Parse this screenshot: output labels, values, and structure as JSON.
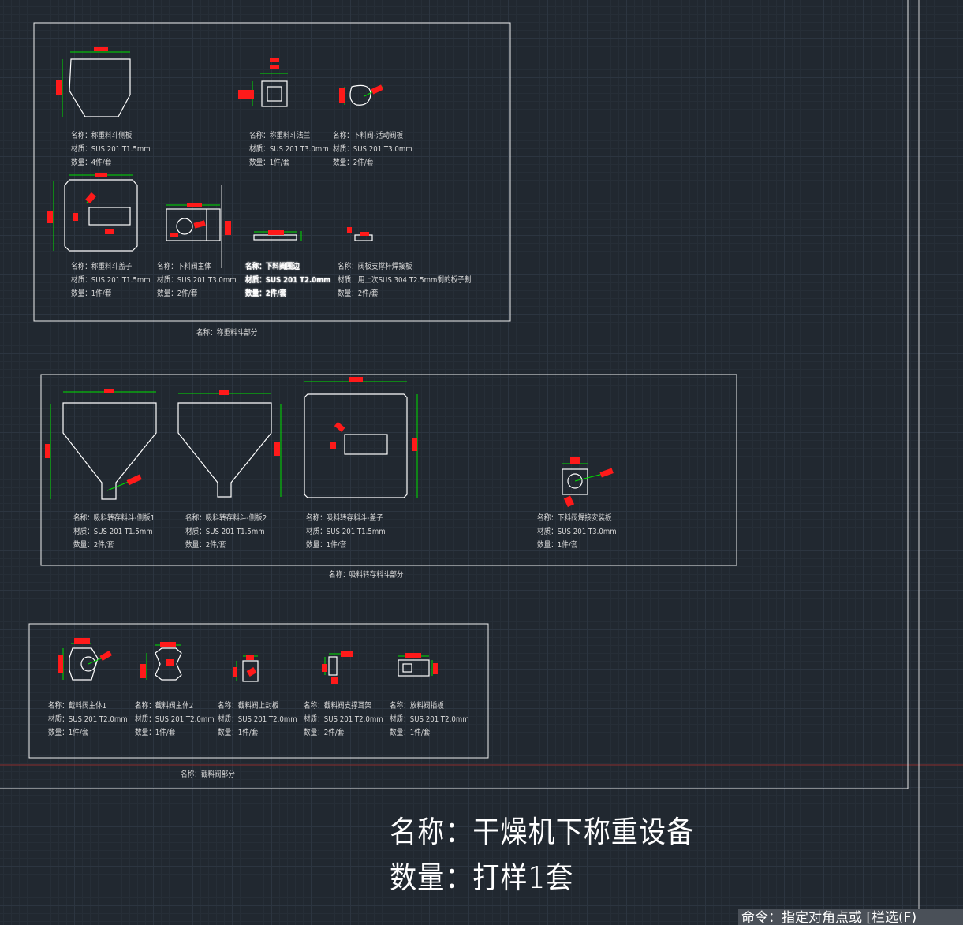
{
  "sections": {
    "weighing_hopper": {
      "title": "名称：称重料斗部分",
      "parts": [
        {
          "name": "名称：称重料斗侧板",
          "material": "材质：SUS 201 T1.5mm",
          "qty": "数量：4件/套"
        },
        {
          "name": "名称：称重料斗法兰",
          "material": "材质：SUS 201 T3.0mm",
          "qty": "数量：1件/套"
        },
        {
          "name": "名称：下料阀-活动阀板",
          "material": "材质：SUS 201 T3.0mm",
          "qty": "数量：2件/套"
        },
        {
          "name": "名称：称重料斗盖子",
          "material": "材质：SUS 201 T1.5mm",
          "qty": "数量：1件/套"
        },
        {
          "name": "名称：下料阀主体",
          "material": "材质：SUS 201 T3.0mm",
          "qty": "数量：2件/套"
        },
        {
          "name": "名称：下料阀围边",
          "material": "材质：SUS 201 T2.0mm",
          "qty": "数量：2件/套"
        },
        {
          "name": "名称：阀板支撑杆焊接板",
          "material": "材质：用上次SUS 304 T2.5mm剩的板子割",
          "qty": "数量：2件/套"
        }
      ]
    },
    "transfer_hopper": {
      "title": "名称：吸料转存料斗部分",
      "parts": [
        {
          "name": "名称：吸料转存料斗-侧板1",
          "material": "材质：SUS 201 T1.5mm",
          "qty": "数量：2件/套"
        },
        {
          "name": "名称：吸料转存料斗-侧板2",
          "material": "材质：SUS 201 T1.5mm",
          "qty": "数量：2件/套"
        },
        {
          "name": "名称：吸料转存料斗-盖子",
          "material": "材质：SUS 201 T1.5mm",
          "qty": "数量：1件/套"
        },
        {
          "name": "名称：下料阀焊接安装板",
          "material": "材质：SUS 201 T3.0mm",
          "qty": "数量：1件/套"
        }
      ]
    },
    "cutoff_valve": {
      "title": "名称：截料阀部分",
      "parts": [
        {
          "name": "名称：截料阀主体1",
          "material": "材质：SUS 201 T2.0mm",
          "qty": "数量：1件/套"
        },
        {
          "name": "名称：截料阀主体2",
          "material": "材质：SUS 201 T2.0mm",
          "qty": "数量：1件/套"
        },
        {
          "name": "名称：截料阀上封板",
          "material": "材质：SUS 201 T2.0mm",
          "qty": "数量：1件/套"
        },
        {
          "name": "名称：截料阀支撑耳架",
          "material": "材质：SUS 201 T2.0mm",
          "qty": "数量：2件/套"
        },
        {
          "name": "名称：放料阀插板",
          "material": "材质：SUS 201 T2.0mm",
          "qty": "数量：1件/套"
        }
      ]
    }
  },
  "drawing_title": {
    "name": "名称：干燥机下称重设备",
    "quantity": "数量：打样1套"
  },
  "command_line": {
    "prompt": "命令：指定对角点或 [栏选(F)"
  },
  "colors": {
    "background": "#212830",
    "geometry": "#ffffff",
    "dimension": "#00ff00",
    "dimension_text": "#ff0000",
    "axis_x": "#c0392b"
  }
}
